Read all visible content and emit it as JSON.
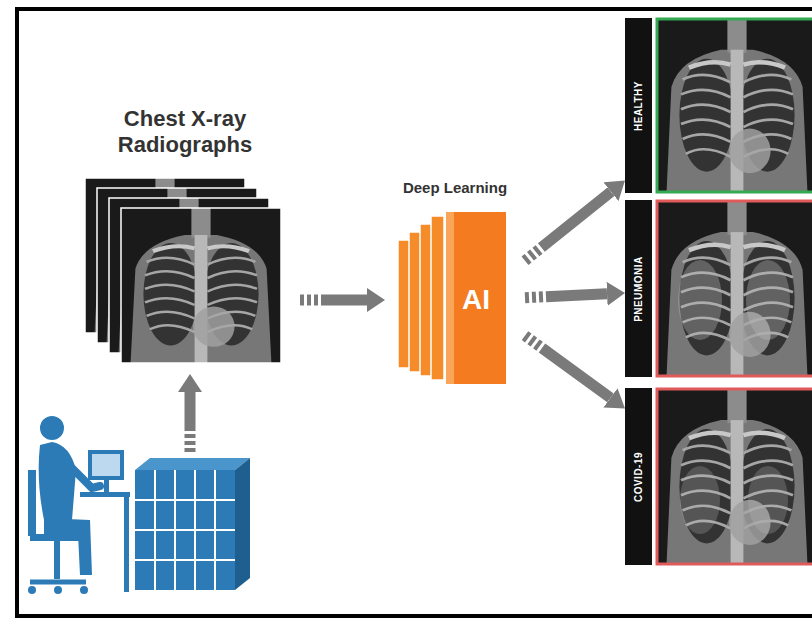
{
  "diagram": {
    "nodes": [
      {
        "text": [
          "Chest X-ray Radiographs"
        ]
      },
      {
        "text": [
          "Deep Learning",
          "AI"
        ]
      },
      {
        "text": [
          "HEALTHY"
        ]
      },
      {
        "text": [
          "PNEUMONIA"
        ]
      },
      {
        "text": [
          "COVID-19"
        ]
      }
    ],
    "edges": [
      {
        "from": 0,
        "to": 1,
        "arrow": "to"
      },
      {
        "from": 1,
        "to": 2,
        "arrow": "to"
      },
      {
        "from": 1,
        "to": 3,
        "arrow": "to"
      },
      {
        "from": 1,
        "to": 4,
        "arrow": "to"
      }
    ]
  }
}
